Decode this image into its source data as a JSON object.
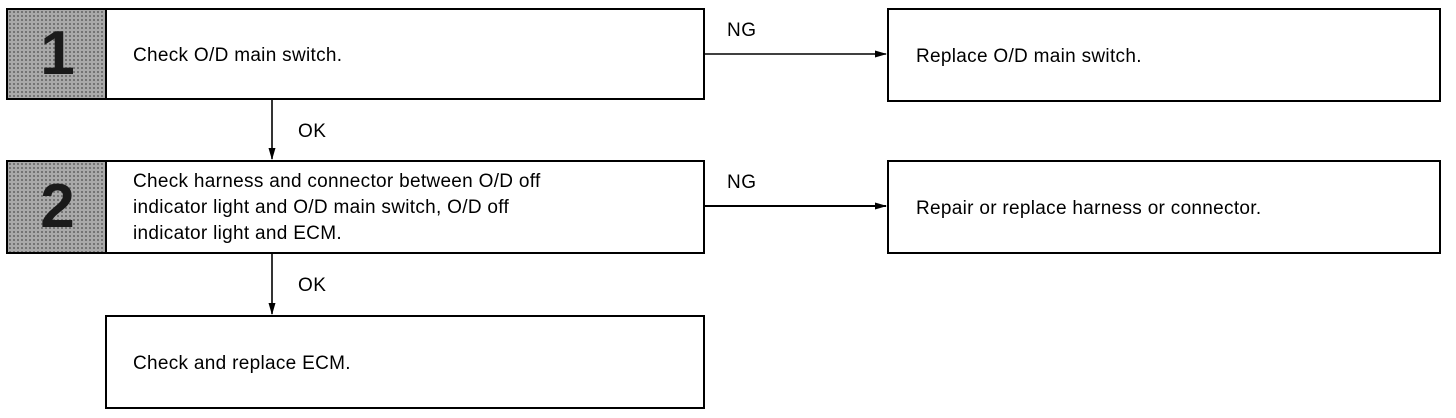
{
  "steps": [
    {
      "number": "1",
      "text": "Check O/D main switch."
    },
    {
      "number": "2",
      "text": "Check harness and connector between O/D off\nindicator light and O/D main switch, O/D off\nindicator light and ECM."
    }
  ],
  "results": {
    "replace_switch": "Replace O/D main switch.",
    "repair_harness": "Repair or replace harness or connector.",
    "check_ecm": "Check and replace ECM."
  },
  "labels": {
    "ng": "NG",
    "ok": "OK"
  }
}
